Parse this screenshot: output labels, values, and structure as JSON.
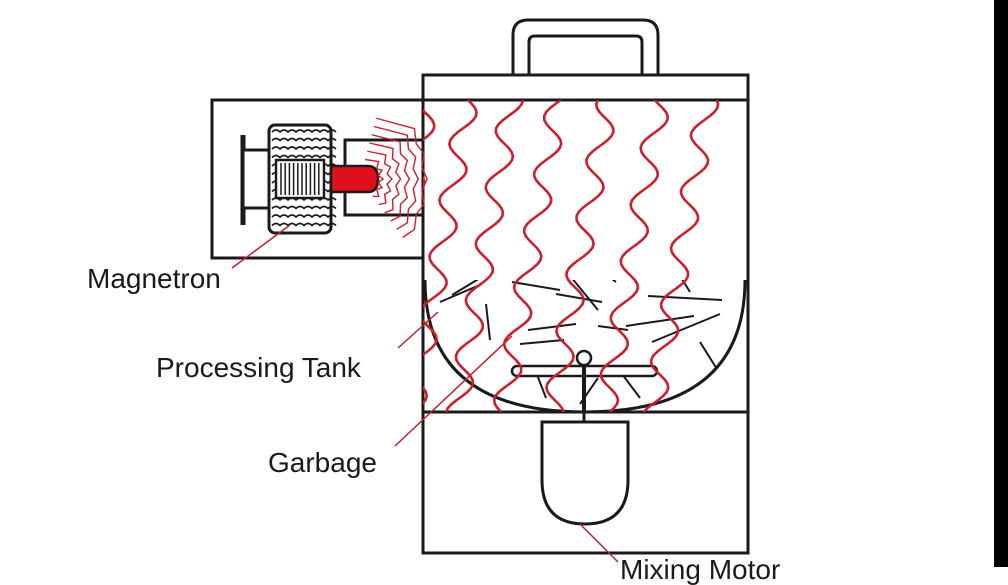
{
  "labels": {
    "magnetron": "Magnetron",
    "processing_tank": "Processing Tank",
    "garbage": "Garbage",
    "mixing_motor": "Mixing Motor"
  },
  "colors": {
    "line": "#1a1a1a",
    "wave": "#cc1f2d",
    "emitter": "#e0101a",
    "background": "#ffffff"
  }
}
